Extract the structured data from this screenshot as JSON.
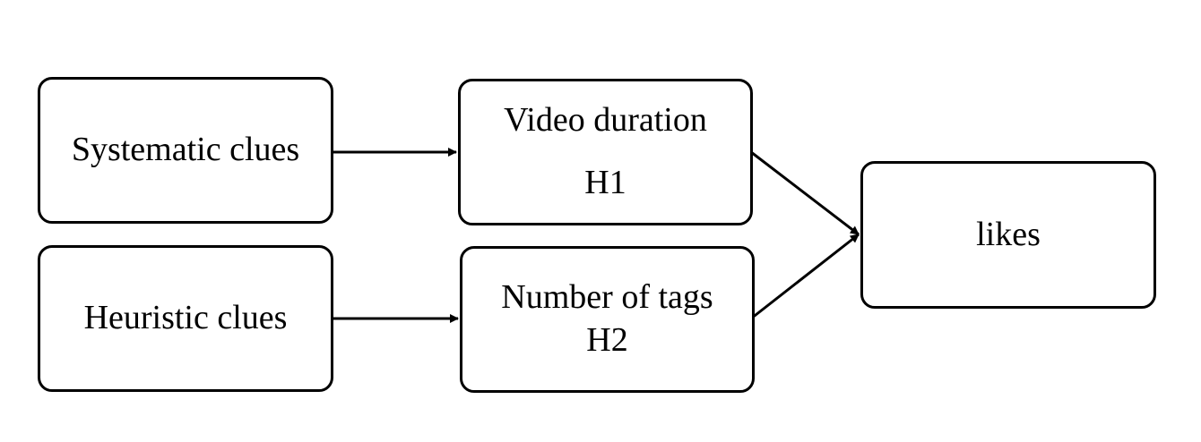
{
  "nodes": {
    "systematic": {
      "label": "Systematic clues"
    },
    "heuristic": {
      "label": "Heuristic clues"
    },
    "video_duration": {
      "label": "Video duration",
      "hypothesis": "H1"
    },
    "number_of_tags": {
      "label": "Number of tags",
      "hypothesis": "H2"
    },
    "likes": {
      "label": "likes"
    }
  },
  "edges": [
    {
      "from": "Systematic clues",
      "to": "Video duration"
    },
    {
      "from": "Heuristic clues",
      "to": "Number of tags"
    },
    {
      "from": "Video duration",
      "to": "likes"
    },
    {
      "from": "Number of tags",
      "to": "likes"
    }
  ],
  "colors": {
    "stroke": "#000000",
    "background": "#ffffff"
  }
}
